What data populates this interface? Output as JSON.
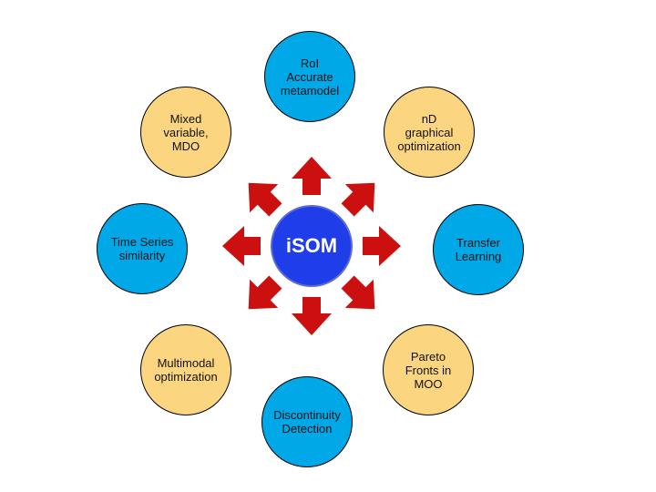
{
  "diagram": {
    "hub": {
      "label": "iSOM",
      "color": "#1f3de8"
    },
    "arrow_color": "#cc1010",
    "colors": {
      "blue": "#00a8e8",
      "gold": "#fcd581"
    },
    "nodes": [
      {
        "id": "roi-metamodel",
        "label": "RoI\nAccurate\nmetamodel",
        "color": "blue"
      },
      {
        "id": "nd-graphical-optimization",
        "label": "nD\ngraphical\noptimization",
        "color": "gold"
      },
      {
        "id": "transfer-learning",
        "label": "Transfer\nLearning",
        "color": "blue"
      },
      {
        "id": "pareto-fronts",
        "label": "Pareto\nFronts in\nMOO",
        "color": "gold"
      },
      {
        "id": "discontinuity-detection",
        "label": "Discontinuity\nDetection",
        "color": "blue"
      },
      {
        "id": "multimodal-optimization",
        "label": "Multimodal\noptimization",
        "color": "gold"
      },
      {
        "id": "time-series-similarity",
        "label": "Time Series\nsimilarity",
        "color": "blue"
      },
      {
        "id": "mixed-variable-mdo",
        "label": "Mixed\nvariable,\nMDO",
        "color": "gold"
      }
    ]
  }
}
